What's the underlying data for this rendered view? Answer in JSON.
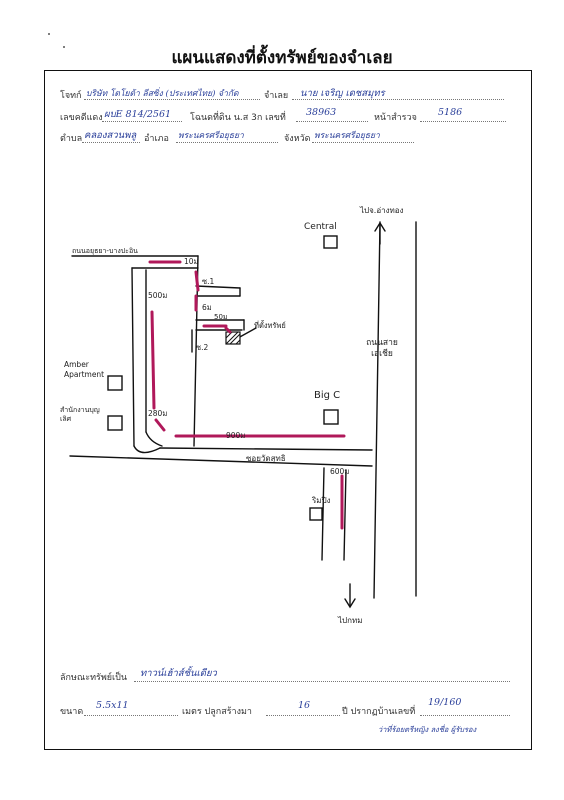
{
  "title": "แผนแสดงที่ตั้งทรัพย์ของจำเลย",
  "header": {
    "plaintiff_label": "โจทก์",
    "plaintiff_value": "บริษัท โตโยต้า ลีสซิ่ง (ประเทศไทย) จำกัด",
    "defendant_label": "จำเลย",
    "defendant_value": "นาย เจริญ เดชสมุทร",
    "case_label": "เลขคดีแดง",
    "case_value": "ผบE 814/2561",
    "deed_label": "โฉนดที่ดิน น.ส 3ก เลขที่",
    "deed_value": "38963",
    "survey_label": "หน้าสำรวจ",
    "survey_value": "5186",
    "subdistrict_label": "ตำบล",
    "subdistrict_value": "คลองสวนพลู",
    "district_label": "อำเภอ",
    "district_value": "พระนครศรีอยุธยา",
    "province_label": "จังหวัด",
    "province_value": "พระนครศรีอยุธยา"
  },
  "map": {
    "north_arrow_label": "ไปจ.อ่างทอง",
    "south_arrow_label": "ไปกทม",
    "central": "Central",
    "main_road": "ถนนสายเอเชีย",
    "big_c": "Big C",
    "soi_wat": "ซอยวัดสุทธิ",
    "dist_600": "600ม",
    "daily_market": "ริมปิง",
    "road_top": "ถนนอยุธยา-บางปะอิน",
    "dist_10": "10ม",
    "dist_500": "500ม",
    "soi1": "ซ.1",
    "dist_6": "6ม",
    "dist_50": "50ม",
    "property": "ที่ตั้งทรัพย์",
    "soi2": "ซ.2",
    "amber": "Amber Apartment",
    "office": "สำนักงานบุญเลิศ",
    "dist_280": "280ม",
    "dist_900": "900ม"
  },
  "footer": {
    "type_label": "ลักษณะทรัพย์เป็น",
    "type_value": "ทาวน์เฮ้าส์ชั้นเดียว",
    "size_label": "ขนาด",
    "size_value": "5.5x11",
    "built_label": "เมตร ปลูกสร้างมา",
    "built_value": "16",
    "house_no_label": "ปี ปรากฏบ้านเลขที่",
    "house_no_value": "19/160",
    "signature": "ว่าที่ร้อยตรีหญิง ลงชื่อ ผู้รับรอง"
  },
  "colors": {
    "ink": "#2a3f9a",
    "highlight": "#b0185a",
    "line": "#111111"
  }
}
